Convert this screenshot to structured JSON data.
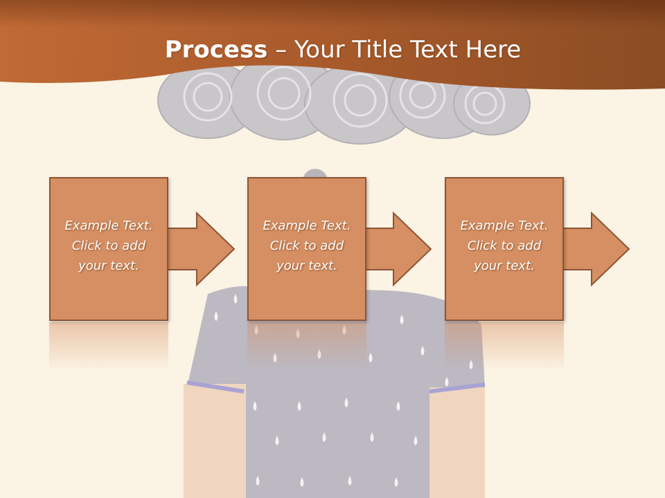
{
  "title": {
    "bold": "Process",
    "rest": " – Your Title Text Here"
  },
  "colors": {
    "header": "#b5642e",
    "box": "#d58f62",
    "border": "#8d5436",
    "background": "#fbf3e3"
  },
  "steps": [
    {
      "line1": "Example Text.",
      "line2": "Click  to add",
      "line3": "your text."
    },
    {
      "line1": "Example Text.",
      "line2": "Click  to add",
      "line3": "your text."
    },
    {
      "line1": "Example Text.",
      "line2": "Click  to add",
      "line3": "your text."
    }
  ]
}
